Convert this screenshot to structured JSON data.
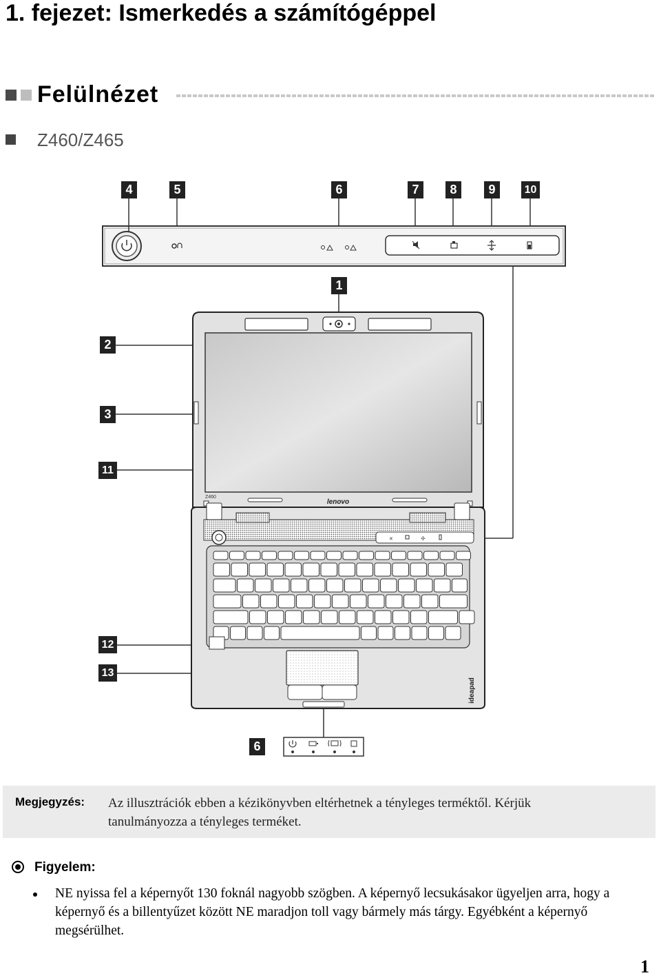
{
  "chapter_title": "1. fejezet: Ismerkedés a számítógéppel",
  "section_title": "Felülnézet",
  "model": "Z460/Z465",
  "callouts": {
    "c1": "1",
    "c2": "2",
    "c3": "3",
    "c4": "4",
    "c5": "5",
    "c6_top": "6",
    "c7": "7",
    "c8": "8",
    "c9": "9",
    "c10": "10",
    "c11": "11",
    "c12": "12",
    "c13": "13",
    "c6_bottom": "6"
  },
  "laptop": {
    "bezel_model": "Z460",
    "brand": "lenovo",
    "palm_brand": "ideapad"
  },
  "note": {
    "label": "Megjegyzés:",
    "text": "Az illusztrációk ebben a kézikönyvben eltérhetnek a tényleges terméktől. Kérjük tanulmányozza a tényleges terméket."
  },
  "caution": {
    "label": "Figyelem:",
    "text": "NE nyissa fel a képernyőt 130 foknál nagyobb szögben. A képernyő lecsukásakor ügyeljen arra, hogy a képernyő és a billentyűzet között NE maradjon toll vagy bármely más tárgy. Egyébként a képernyő megsérülhet."
  },
  "page_number": "1"
}
